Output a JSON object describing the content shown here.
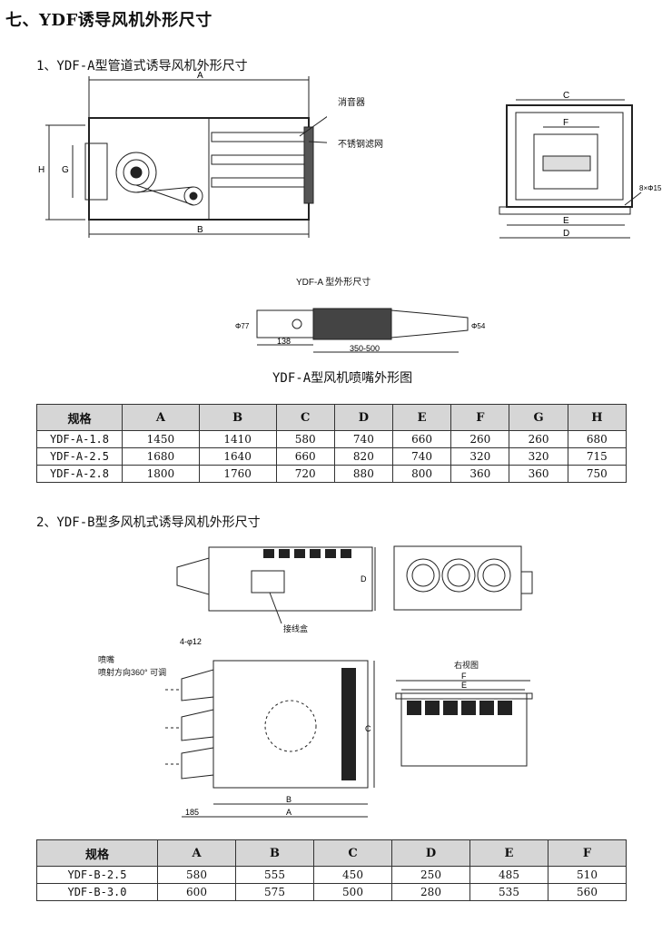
{
  "title": "七、YDF诱导风机外形尺寸",
  "sectionA": {
    "heading": "1、YDF-A型管道式诱导风机外形尺寸",
    "labels": {
      "A": "A",
      "B": "B",
      "H": "H",
      "G": "G",
      "C": "C",
      "F": "F",
      "E": "E",
      "D": "D",
      "muffler": "消音器",
      "filter": "不锈钢滤网",
      "holes": "8×Φ15"
    },
    "drawing_caption": "YDF-A 型外形尺寸",
    "nozzle": {
      "d77": "Φ77",
      "d54": "Φ54",
      "len138": "138",
      "len350": "350-500"
    },
    "nozzle_caption": "YDF-A型风机喷嘴外形图",
    "table": {
      "headers": [
        "规格",
        "A",
        "B",
        "C",
        "D",
        "E",
        "F",
        "G",
        "H"
      ],
      "rows": [
        [
          "YDF-A-1.8",
          "1450",
          "1410",
          "580",
          "740",
          "660",
          "260",
          "260",
          "680"
        ],
        [
          "YDF-A-2.5",
          "1680",
          "1640",
          "660",
          "820",
          "740",
          "320",
          "320",
          "715"
        ],
        [
          "YDF-A-2.8",
          "1800",
          "1760",
          "720",
          "880",
          "800",
          "360",
          "360",
          "750"
        ]
      ]
    }
  },
  "sectionB": {
    "heading": "2、YDF-B型多风机式诱导风机外形尺寸",
    "labels": {
      "D": "D",
      "junction": "接线盒",
      "holes": "4-φ12",
      "nozzle": "喷嘴",
      "direction": "喷射方向360° 可调",
      "right_view": "右视图",
      "F": "F",
      "E": "E",
      "C": "C",
      "B": "B",
      "A": "A",
      "len185": "185"
    },
    "table": {
      "headers": [
        "规格",
        "A",
        "B",
        "C",
        "D",
        "E",
        "F"
      ],
      "rows": [
        [
          "YDF-B-2.5",
          "580",
          "555",
          "450",
          "250",
          "485",
          "510"
        ],
        [
          "YDF-B-3.0",
          "600",
          "575",
          "500",
          "280",
          "535",
          "560"
        ]
      ]
    }
  }
}
